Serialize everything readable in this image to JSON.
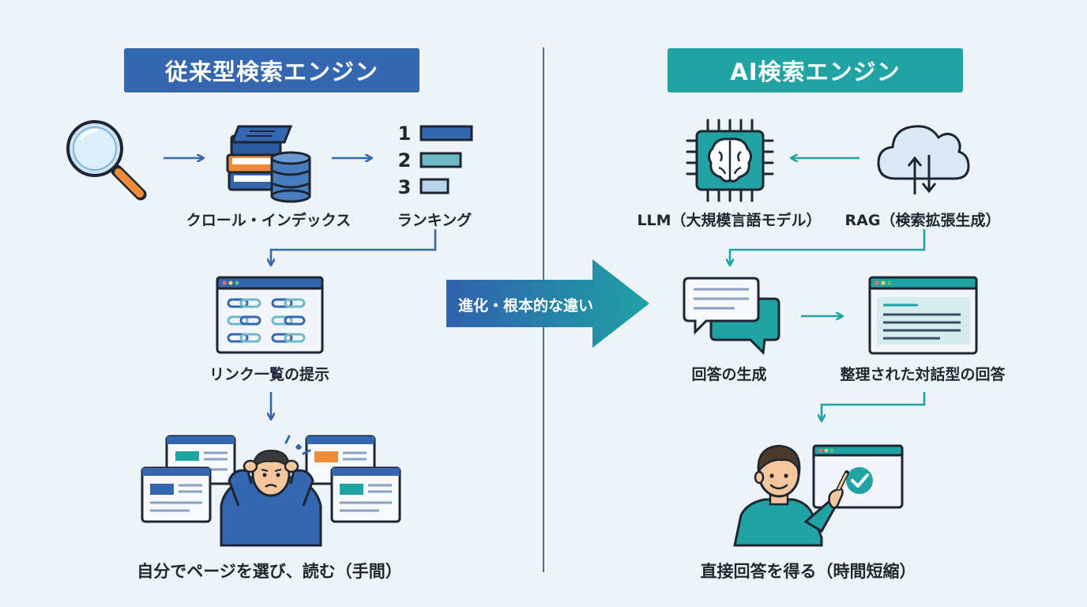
{
  "left": {
    "title": "従来型検索エンジン",
    "steps": {
      "crawl_index": "クロール・インデックス",
      "ranking": "ランキング",
      "link_list": "リンク一覧の提示",
      "manual": "自分でページを選び、読む（手間）"
    },
    "ranks": [
      "1",
      "2",
      "3"
    ],
    "accent": "#3566b0"
  },
  "right": {
    "title": "AI検索エンジン",
    "steps": {
      "llm": "LLM（大規模言語モデル）",
      "rag": "RAG（検索拡張生成）",
      "generate": "回答の生成",
      "dialog_answer": "整理された対話型の回答",
      "direct": "直接回答を得る（時間短縮）"
    },
    "accent": "#21a3a3"
  },
  "center": {
    "evolution": "進化・根本的な違い"
  },
  "icons": {
    "left": [
      "magnifier-icon",
      "books-database-icon",
      "ranking-bars-icon",
      "link-list-browser-icon",
      "confused-person-icon",
      "web-page-icon"
    ],
    "right": [
      "ai-chip-brain-icon",
      "cloud-sync-icon",
      "chat-bubbles-icon",
      "answer-document-icon",
      "happy-person-icon",
      "check-window-icon"
    ]
  }
}
